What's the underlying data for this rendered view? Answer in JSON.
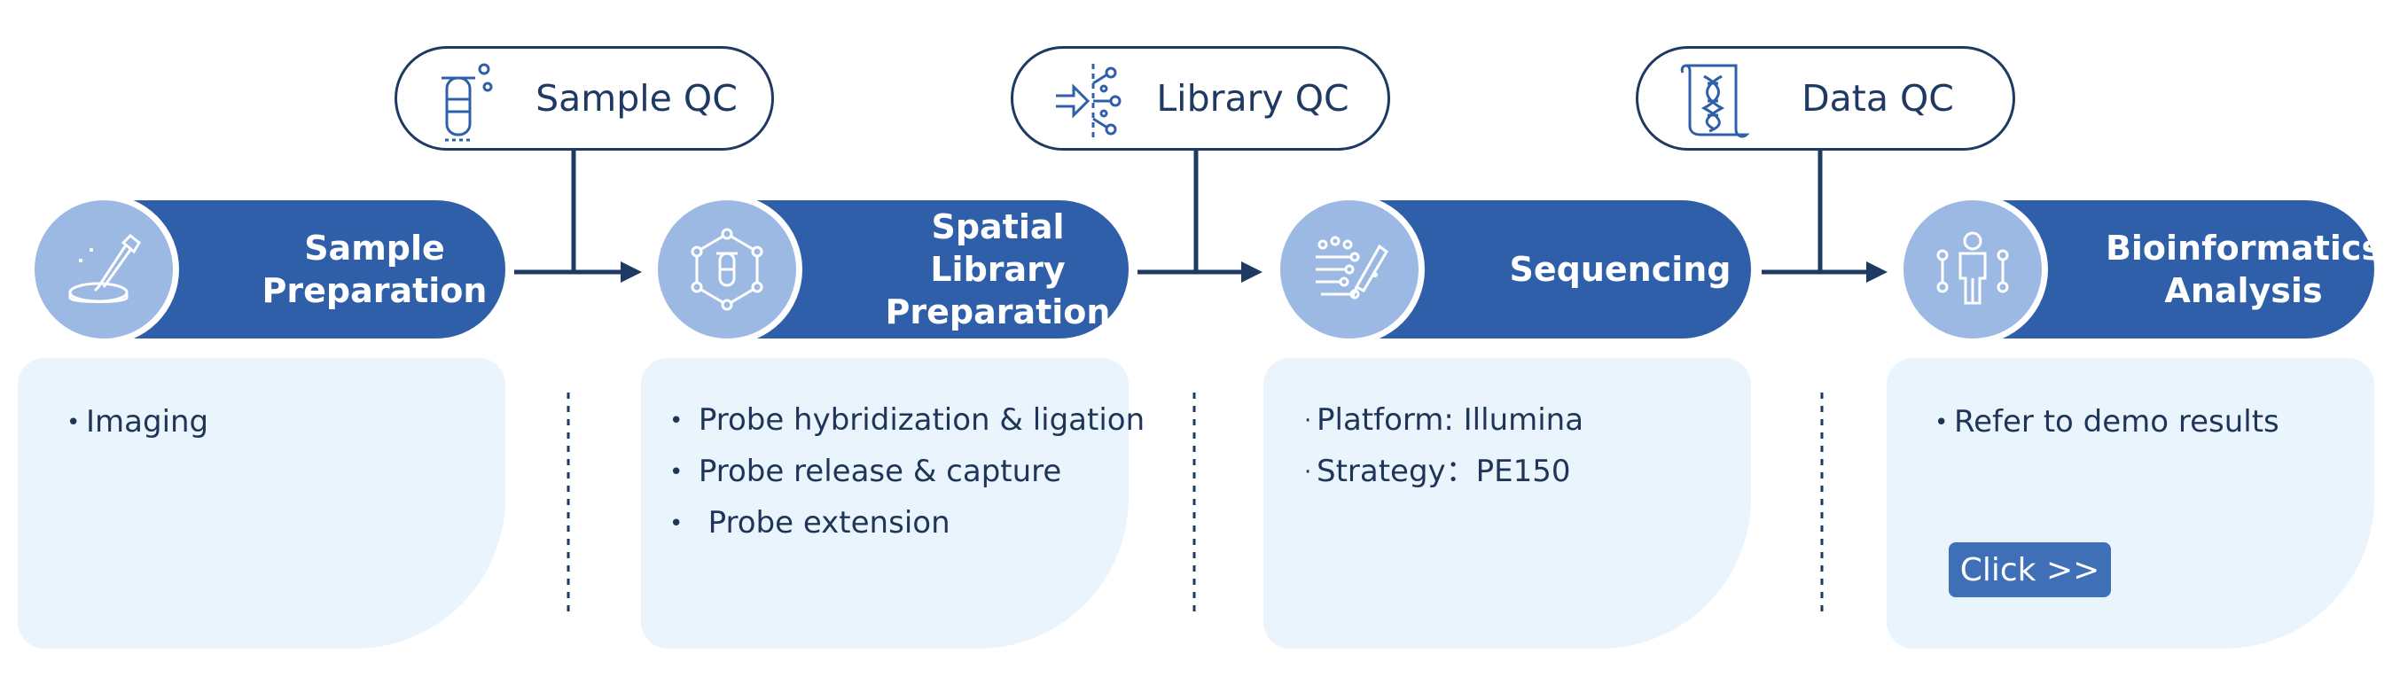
{
  "qc": [
    {
      "label": "Sample QC",
      "icon": "test-tube-icon"
    },
    {
      "label": "Library QC",
      "icon": "fiber-connector-icon"
    },
    {
      "label": "Data QC",
      "icon": "dna-scroll-icon"
    }
  ],
  "steps": [
    {
      "title_line1": "Sample",
      "title_line2": "Preparation",
      "icon": "pipette-dish-icon",
      "items": [
        "Imaging"
      ]
    },
    {
      "title_line1": "Spatial Library",
      "title_line2": "Preparation",
      "icon": "molecule-tube-icon",
      "items": [
        "Probe hybridization & ligation",
        "Probe release & capture",
        " Probe extension"
      ]
    },
    {
      "title_line1": "Sequencing",
      "title_line2": "",
      "icon": "dna-chip-icon",
      "items": [
        "Platform: Illumina",
        "Strategy：PE150"
      ]
    },
    {
      "title_line1": "Bioinformatics",
      "title_line2": "Analysis",
      "icon": "human-figure-icon",
      "items": [
        "Refer to demo results"
      ],
      "button": "Click >>"
    }
  ],
  "colors": {
    "primary": "#2f5fa8",
    "icon_disc": "#9cb9e3",
    "panel": "#eaf4fc",
    "line": "#1e3a63",
    "button": "#3f6fb6"
  }
}
